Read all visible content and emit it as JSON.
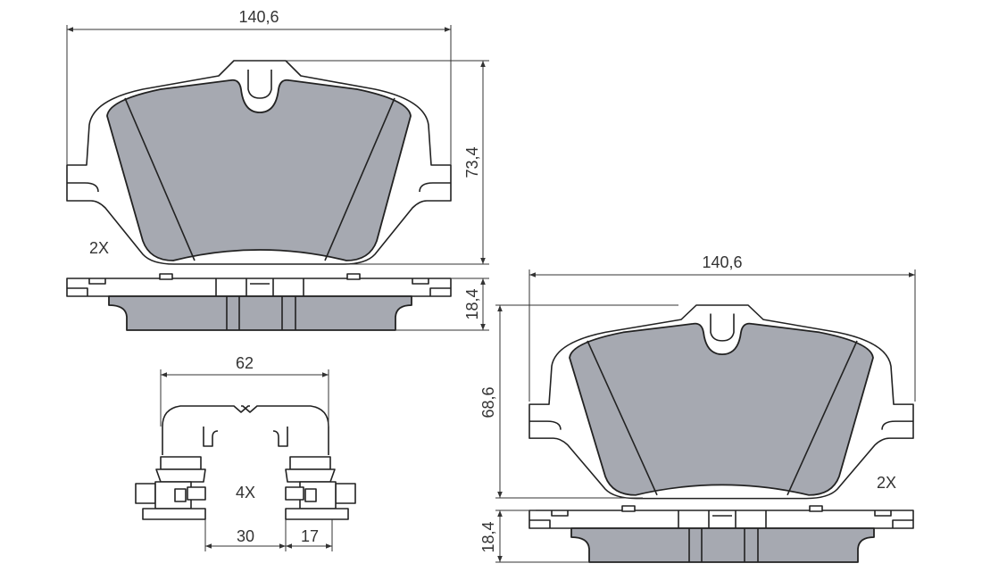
{
  "pad_outer": {
    "width_label": "140,6",
    "height_label": "73,4",
    "thickness_label": "18,4",
    "quantity_label": "2X"
  },
  "pad_inner": {
    "width_label": "140,6",
    "height_label": "68,6",
    "thickness_label": "18,4",
    "quantity_label": "2X"
  },
  "clip": {
    "width_label": "62",
    "spacing_label": "30",
    "offset_label": "17",
    "quantity_label": "4X"
  },
  "colors": {
    "friction_material": "#a6a9b1",
    "lines": "#222222"
  }
}
